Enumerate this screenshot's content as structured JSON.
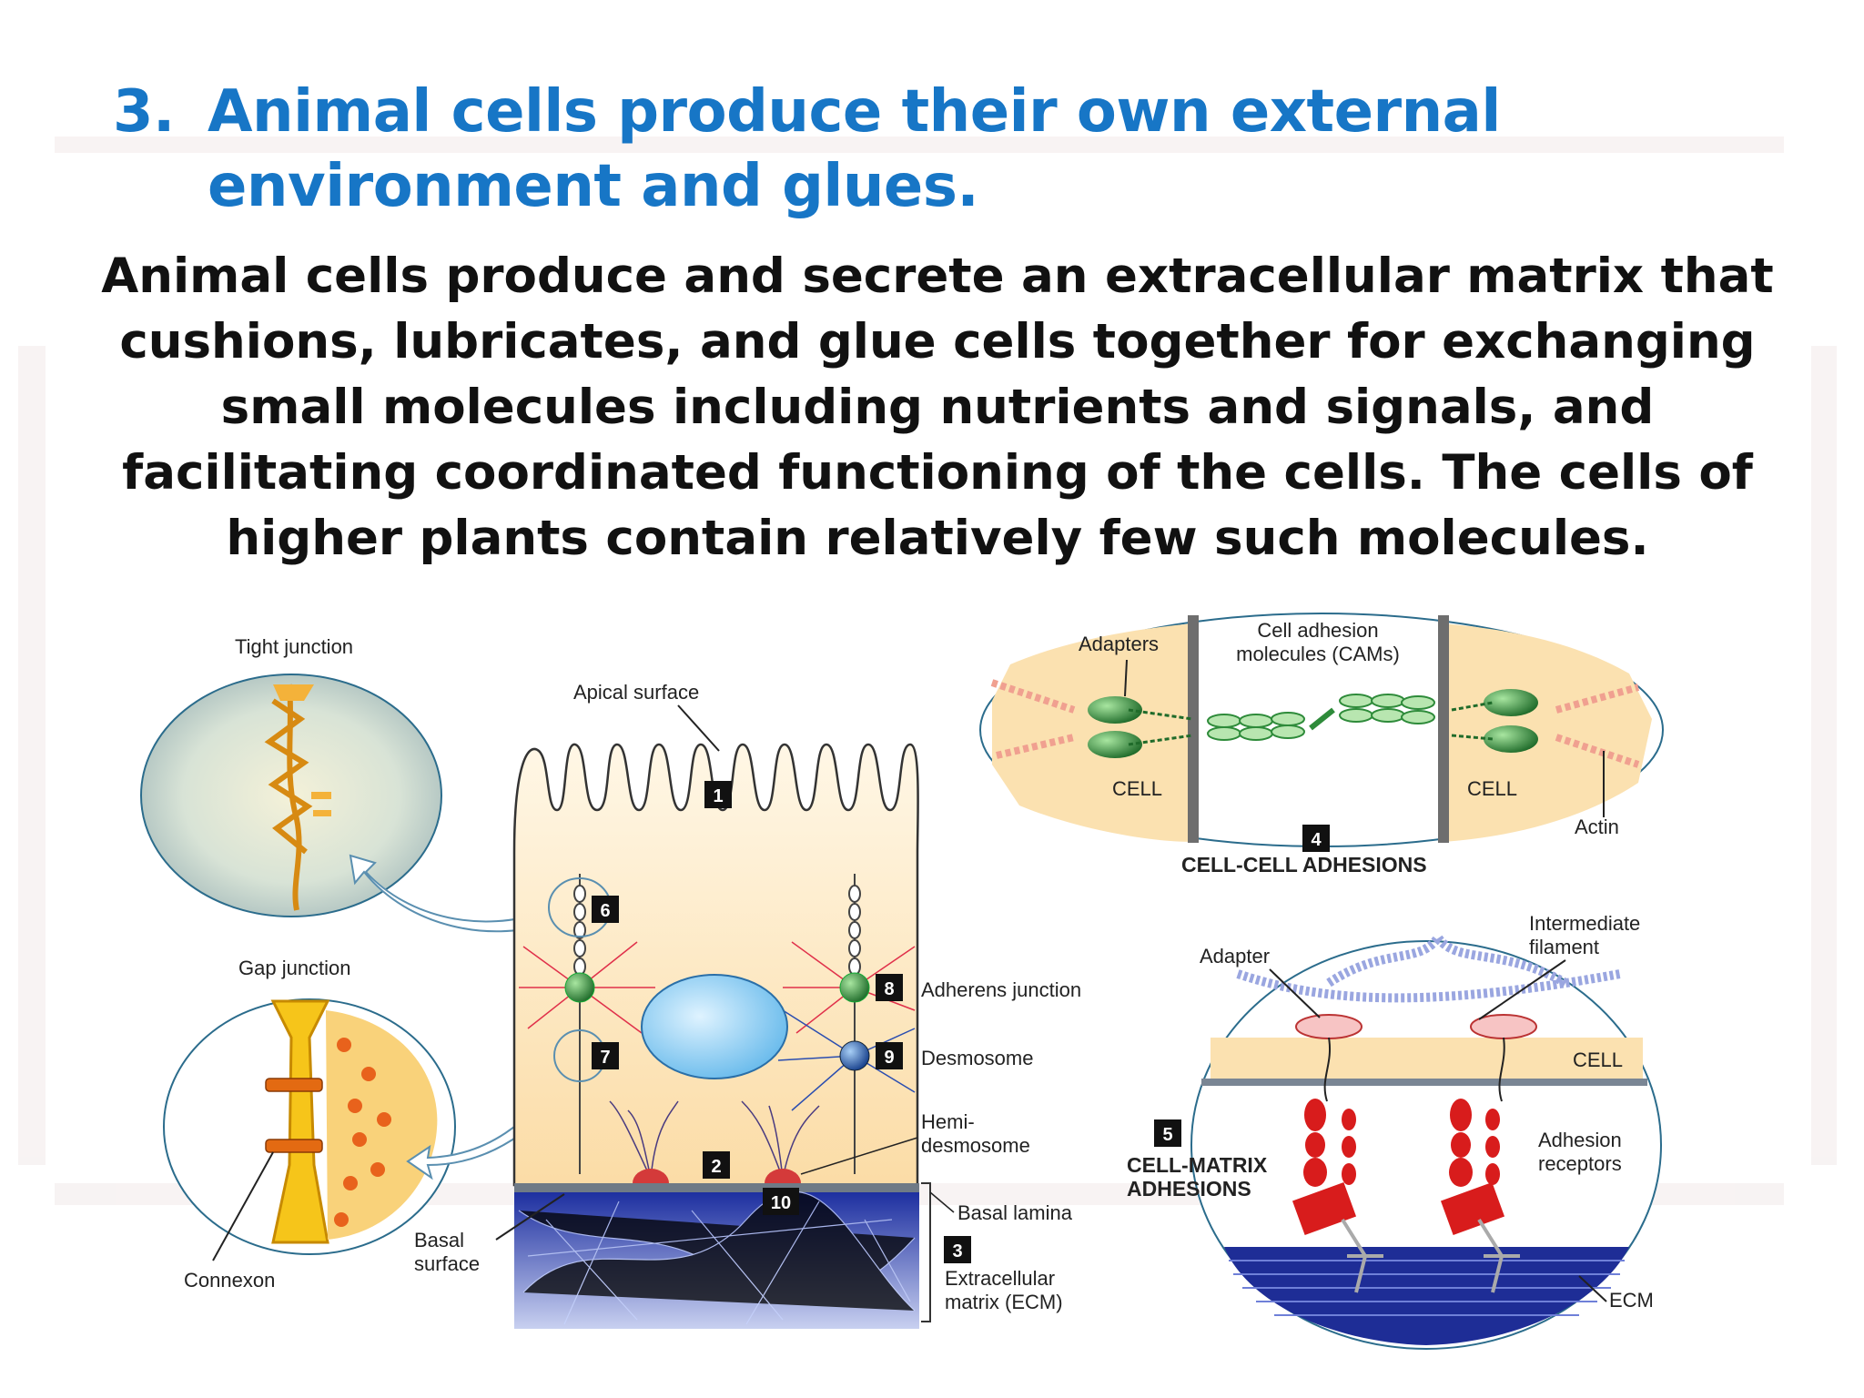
{
  "heading": {
    "number": "3.",
    "line1": "Animal cells produce their own external",
    "line2": "environment and glues."
  },
  "body": {
    "lines": [
      "Animal cells produce and secrete an extracellular matrix  that",
      "cushions, lubricates, and glue cells together for exchanging",
      "small molecules including nutrients and signals, and",
      "facilitating coordinated functioning of the cells.  The cells of",
      "higher plants contain relatively few such molecules."
    ]
  },
  "figure": {
    "tight_junction": "Tight junction",
    "gap_junction": "Gap junction",
    "connexon": "Connexon",
    "basal_surface_1": "Basal",
    "basal_surface_2": "surface",
    "apical_surface": "Apical surface",
    "adherens_junction": "Adherens junction",
    "desmosome": "Desmosome",
    "hemidesmosome_1": "Hemi-",
    "hemidesmosome_2": "desmosome",
    "basal_lamina": "Basal lamina",
    "ecm_1": "Extracellular",
    "ecm_2": "matrix (ECM)",
    "adapters": "Adapters",
    "cams_1": "Cell adhesion",
    "cams_2": "molecules (CAMs)",
    "cell": "CELL",
    "actin": "Actin",
    "cell_cell_adhesions": "CELL-CELL ADHESIONS",
    "adapter": "Adapter",
    "intermediate_1": "Intermediate",
    "intermediate_2": "filament",
    "cell_matrix_1": "CELL-MATRIX",
    "cell_matrix_2": "ADHESIONS",
    "adhesion_receptors_1": "Adhesion",
    "adhesion_receptors_2": "receptors",
    "ecm": "ECM",
    "badges": [
      "1",
      "2",
      "3",
      "4",
      "5",
      "6",
      "7",
      "8",
      "9",
      "10"
    ]
  },
  "colors": {
    "heading": "#1776c6",
    "cytoplasm": "#fde6b8",
    "nucleus": "#7cc8f0",
    "ecm": "#2a3ba8",
    "adhesion_protein": "#d81c1c",
    "cam_green": "#2e8b3a"
  }
}
